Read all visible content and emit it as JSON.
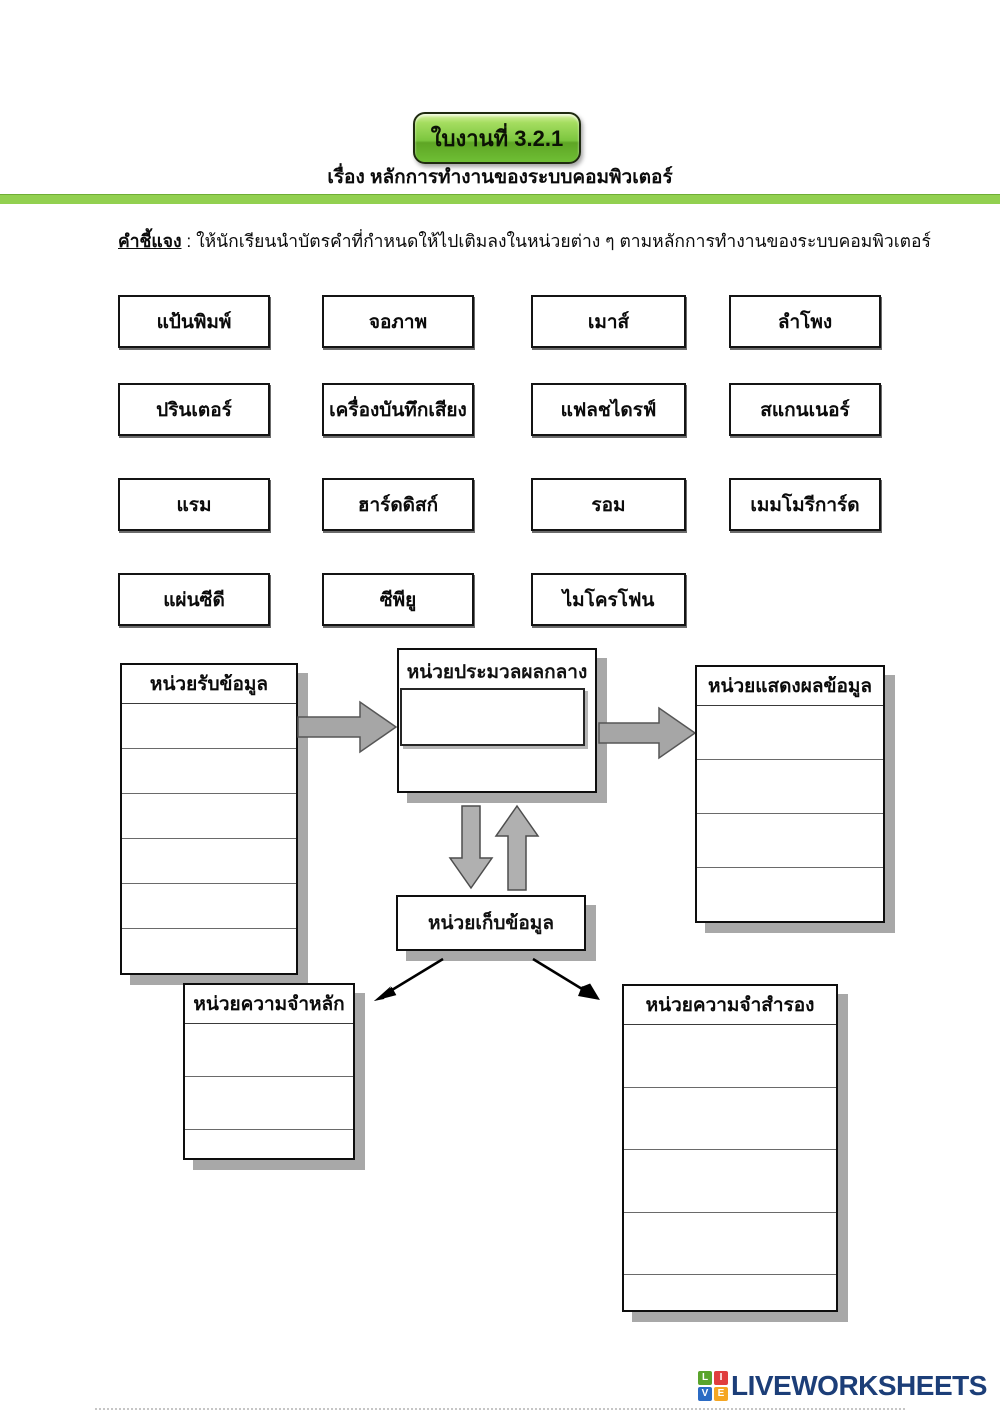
{
  "header": {
    "worksheet_badge": "ใบงานที่ 3.2.1",
    "subtitle": "เรื่อง หลักการทำงานของระบบคอมพิวเตอร์"
  },
  "instruction": {
    "label": "คำชี้แจง",
    "text": ": ให้นักเรียนนำบัตรคำที่กำหนดให้ไปเติมลงในหน่วยต่าง ๆ ตามหลักการทำงานของระบบคอมพิวเตอร์"
  },
  "cards": [
    {
      "label": "แป้นพิมพ์"
    },
    {
      "label": "จอภาพ"
    },
    {
      "label": "เมาส์"
    },
    {
      "label": "ลำโพง"
    },
    {
      "label": "ปรินเตอร์"
    },
    {
      "label": "เครื่องบันทึกเสียง"
    },
    {
      "label": "แฟลชไดรฟ์"
    },
    {
      "label": "สแกนเนอร์"
    },
    {
      "label": "แรม"
    },
    {
      "label": "ฮาร์ดดิสก์"
    },
    {
      "label": "รอม"
    },
    {
      "label": "เมมโมรีการ์ด"
    },
    {
      "label": "แผ่นซีดี"
    },
    {
      "label": "ซีพียู"
    },
    {
      "label": "ไมโครโฟน"
    }
  ],
  "diagram": {
    "input_unit_title": "หน่วยรับข้อมูล",
    "cpu_unit_title": "หน่วยประมวลผลกลาง",
    "output_unit_title": "หน่วยแสดงผลข้อมูล",
    "storage_unit_title": "หน่วยเก็บข้อมูล",
    "main_memory_title": "หน่วยความจำหลัก",
    "secondary_memory_title": "หน่วยความจำสำรอง"
  },
  "footer": {
    "logo_text": "LIVEWORKSHEETS",
    "logo_tiles": [
      {
        "letter": "L",
        "color": "#5aa42c"
      },
      {
        "letter": "I",
        "color": "#e03e3e"
      },
      {
        "letter": "V",
        "color": "#2b6bc4"
      },
      {
        "letter": "E",
        "color": "#f5a623"
      }
    ]
  },
  "colors": {
    "divider_green": "#92d050",
    "badge_green": "#7cc63f",
    "table_shadow_gray": "#a8a8a8",
    "arrow_gray": "#a6a6a6",
    "logo_navy": "#1c3e78"
  }
}
